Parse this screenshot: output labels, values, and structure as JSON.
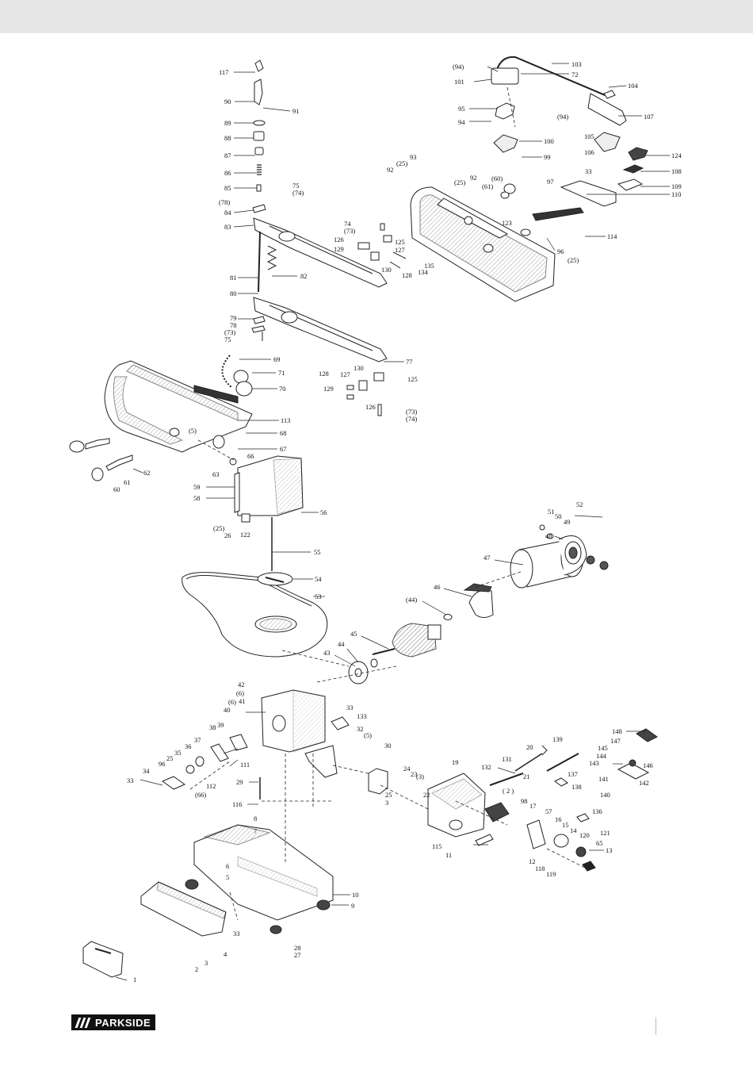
{
  "brand": {
    "name": "PARKSIDE"
  },
  "labels": [
    {
      "id": "117",
      "text": "117"
    },
    {
      "id": "90",
      "text": "90"
    },
    {
      "id": "91",
      "text": "91"
    },
    {
      "id": "89",
      "text": "89"
    },
    {
      "id": "88",
      "text": "88"
    },
    {
      "id": "87",
      "text": "87"
    },
    {
      "id": "86",
      "text": "86"
    },
    {
      "id": "85",
      "text": "85"
    },
    {
      "id": "75a",
      "text": "75"
    },
    {
      "id": "74p",
      "text": "(74)"
    },
    {
      "id": "78p",
      "text": "(78)"
    },
    {
      "id": "84",
      "text": "84"
    },
    {
      "id": "83",
      "text": "83"
    },
    {
      "id": "81",
      "text": "81"
    },
    {
      "id": "82",
      "text": "82"
    },
    {
      "id": "80",
      "text": "80"
    },
    {
      "id": "79",
      "text": "79"
    },
    {
      "id": "78",
      "text": "78"
    },
    {
      "id": "73p",
      "text": "(73)"
    },
    {
      "id": "75b",
      "text": "75"
    },
    {
      "id": "77",
      "text": "77"
    },
    {
      "id": "74",
      "text": "74"
    },
    {
      "id": "73p2",
      "text": "(73)"
    },
    {
      "id": "126",
      "text": "126"
    },
    {
      "id": "125",
      "text": "125"
    },
    {
      "id": "129",
      "text": "129"
    },
    {
      "id": "127",
      "text": "127"
    },
    {
      "id": "130",
      "text": "130"
    },
    {
      "id": "135",
      "text": "135"
    },
    {
      "id": "128",
      "text": "128"
    },
    {
      "id": "134",
      "text": "134"
    },
    {
      "id": "94a",
      "text": "(94)"
    },
    {
      "id": "103",
      "text": "103"
    },
    {
      "id": "101",
      "text": "101"
    },
    {
      "id": "72",
      "text": "72"
    },
    {
      "id": "104",
      "text": "104"
    },
    {
      "id": "95",
      "text": "95"
    },
    {
      "id": "94b",
      "text": "(94)"
    },
    {
      "id": "107",
      "text": "107"
    },
    {
      "id": "94c",
      "text": "94"
    },
    {
      "id": "105",
      "text": "105"
    },
    {
      "id": "100",
      "text": "100"
    },
    {
      "id": "106",
      "text": "106"
    },
    {
      "id": "99",
      "text": "99"
    },
    {
      "id": "124",
      "text": "124"
    },
    {
      "id": "93",
      "text": "93"
    },
    {
      "id": "25a",
      "text": "(25)"
    },
    {
      "id": "92a",
      "text": "92"
    },
    {
      "id": "92b",
      "text": "92"
    },
    {
      "id": "60a",
      "text": "(60)"
    },
    {
      "id": "25b",
      "text": "(25)"
    },
    {
      "id": "61a",
      "text": "(61)"
    },
    {
      "id": "33a",
      "text": "33"
    },
    {
      "id": "108",
      "text": "108"
    },
    {
      "id": "97",
      "text": "97"
    },
    {
      "id": "109",
      "text": "109"
    },
    {
      "id": "110",
      "text": "110"
    },
    {
      "id": "123",
      "text": "123"
    },
    {
      "id": "114",
      "text": "114"
    },
    {
      "id": "96a",
      "text": "96"
    },
    {
      "id": "25c",
      "text": "(25)"
    },
    {
      "id": "69",
      "text": "69"
    },
    {
      "id": "71",
      "text": "71"
    },
    {
      "id": "70",
      "text": "70"
    },
    {
      "id": "128b",
      "text": "128"
    },
    {
      "id": "130b",
      "text": "130"
    },
    {
      "id": "127b",
      "text": "127"
    },
    {
      "id": "125b",
      "text": "125"
    },
    {
      "id": "129b",
      "text": "129"
    },
    {
      "id": "126b",
      "text": "126"
    },
    {
      "id": "73b",
      "text": "(73)"
    },
    {
      "id": "74b",
      "text": "(74)"
    },
    {
      "id": "113",
      "text": "113"
    },
    {
      "id": "5a",
      "text": "(5)"
    },
    {
      "id": "68",
      "text": "68"
    },
    {
      "id": "67",
      "text": "67"
    },
    {
      "id": "66",
      "text": "66"
    },
    {
      "id": "62",
      "text": "62"
    },
    {
      "id": "63",
      "text": "63"
    },
    {
      "id": "61",
      "text": "61"
    },
    {
      "id": "60",
      "text": "60"
    },
    {
      "id": "59",
      "text": "59"
    },
    {
      "id": "58",
      "text": "58"
    },
    {
      "id": "56",
      "text": "56"
    },
    {
      "id": "25d",
      "text": "(25)"
    },
    {
      "id": "26",
      "text": "26"
    },
    {
      "id": "122",
      "text": "122"
    },
    {
      "id": "55",
      "text": "55"
    },
    {
      "id": "54",
      "text": "54"
    },
    {
      "id": "53",
      "text": "53"
    },
    {
      "id": "52",
      "text": "52"
    },
    {
      "id": "51",
      "text": "51"
    },
    {
      "id": "50",
      "text": "50"
    },
    {
      "id": "49",
      "text": "49"
    },
    {
      "id": "48",
      "text": "48"
    },
    {
      "id": "47",
      "text": "47"
    },
    {
      "id": "46",
      "text": "46"
    },
    {
      "id": "44p",
      "text": "(44)"
    },
    {
      "id": "45",
      "text": "45"
    },
    {
      "id": "44",
      "text": "44"
    },
    {
      "id": "43",
      "text": "43"
    },
    {
      "id": "42",
      "text": "42"
    },
    {
      "id": "6a",
      "text": "(6)"
    },
    {
      "id": "6b",
      "text": "(6)"
    },
    {
      "id": "41",
      "text": "41"
    },
    {
      "id": "40",
      "text": "40"
    },
    {
      "id": "33b",
      "text": "33"
    },
    {
      "id": "133",
      "text": "133"
    },
    {
      "id": "32",
      "text": "32"
    },
    {
      "id": "5b",
      "text": "(5)"
    },
    {
      "id": "30",
      "text": "30"
    },
    {
      "id": "38",
      "text": "38"
    },
    {
      "id": "39",
      "text": "39"
    },
    {
      "id": "37",
      "text": "37"
    },
    {
      "id": "36",
      "text": "36"
    },
    {
      "id": "35",
      "text": "35"
    },
    {
      "id": "25e",
      "text": "25"
    },
    {
      "id": "96b",
      "text": "96"
    },
    {
      "id": "111",
      "text": "111"
    },
    {
      "id": "34",
      "text": "34"
    },
    {
      "id": "33c",
      "text": "33"
    },
    {
      "id": "112",
      "text": "112"
    },
    {
      "id": "66b",
      "text": "(66)"
    },
    {
      "id": "29",
      "text": "29"
    },
    {
      "id": "24",
      "text": "24"
    },
    {
      "id": "23",
      "text": "23"
    },
    {
      "id": "3a",
      "text": "(3)"
    },
    {
      "id": "25f",
      "text": "25"
    },
    {
      "id": "3b",
      "text": "3"
    },
    {
      "id": "22",
      "text": "22"
    },
    {
      "id": "116",
      "text": "116"
    },
    {
      "id": "8",
      "text": "8"
    },
    {
      "id": "7",
      "text": "7"
    },
    {
      "id": "6c",
      "text": "6"
    },
    {
      "id": "5c",
      "text": "5"
    },
    {
      "id": "10",
      "text": "10"
    },
    {
      "id": "9",
      "text": "9"
    },
    {
      "id": "33d",
      "text": "33"
    },
    {
      "id": "28",
      "text": "28"
    },
    {
      "id": "27",
      "text": "27"
    },
    {
      "id": "4",
      "text": "4"
    },
    {
      "id": "3c",
      "text": "3"
    },
    {
      "id": "2",
      "text": "2"
    },
    {
      "id": "1",
      "text": "1"
    },
    {
      "id": "19",
      "text": "19"
    },
    {
      "id": "132",
      "text": "132"
    },
    {
      "id": "131",
      "text": "131"
    },
    {
      "id": "20",
      "text": "20"
    },
    {
      "id": "139",
      "text": "139"
    },
    {
      "id": "21",
      "text": "21"
    },
    {
      "id": "137",
      "text": "137"
    },
    {
      "id": "138",
      "text": "138"
    },
    {
      "id": "2p",
      "text": "( 2 )"
    },
    {
      "id": "98",
      "text": "98"
    },
    {
      "id": "17",
      "text": "17"
    },
    {
      "id": "57",
      "text": "57"
    },
    {
      "id": "16",
      "text": "16"
    },
    {
      "id": "136",
      "text": "136"
    },
    {
      "id": "15",
      "text": "15"
    },
    {
      "id": "14",
      "text": "14"
    },
    {
      "id": "120",
      "text": "120"
    },
    {
      "id": "121",
      "text": "121"
    },
    {
      "id": "65",
      "text": "65"
    },
    {
      "id": "13",
      "text": "13"
    },
    {
      "id": "12",
      "text": "12"
    },
    {
      "id": "118",
      "text": "118"
    },
    {
      "id": "119",
      "text": "119"
    },
    {
      "id": "115",
      "text": "115"
    },
    {
      "id": "11",
      "text": "11"
    },
    {
      "id": "148",
      "text": "148"
    },
    {
      "id": "147",
      "text": "147"
    },
    {
      "id": "145",
      "text": "145"
    },
    {
      "id": "144",
      "text": "144"
    },
    {
      "id": "143",
      "text": "143"
    },
    {
      "id": "146",
      "text": "146"
    },
    {
      "id": "141",
      "text": "141"
    },
    {
      "id": "142",
      "text": "142"
    },
    {
      "id": "140",
      "text": "140"
    }
  ]
}
